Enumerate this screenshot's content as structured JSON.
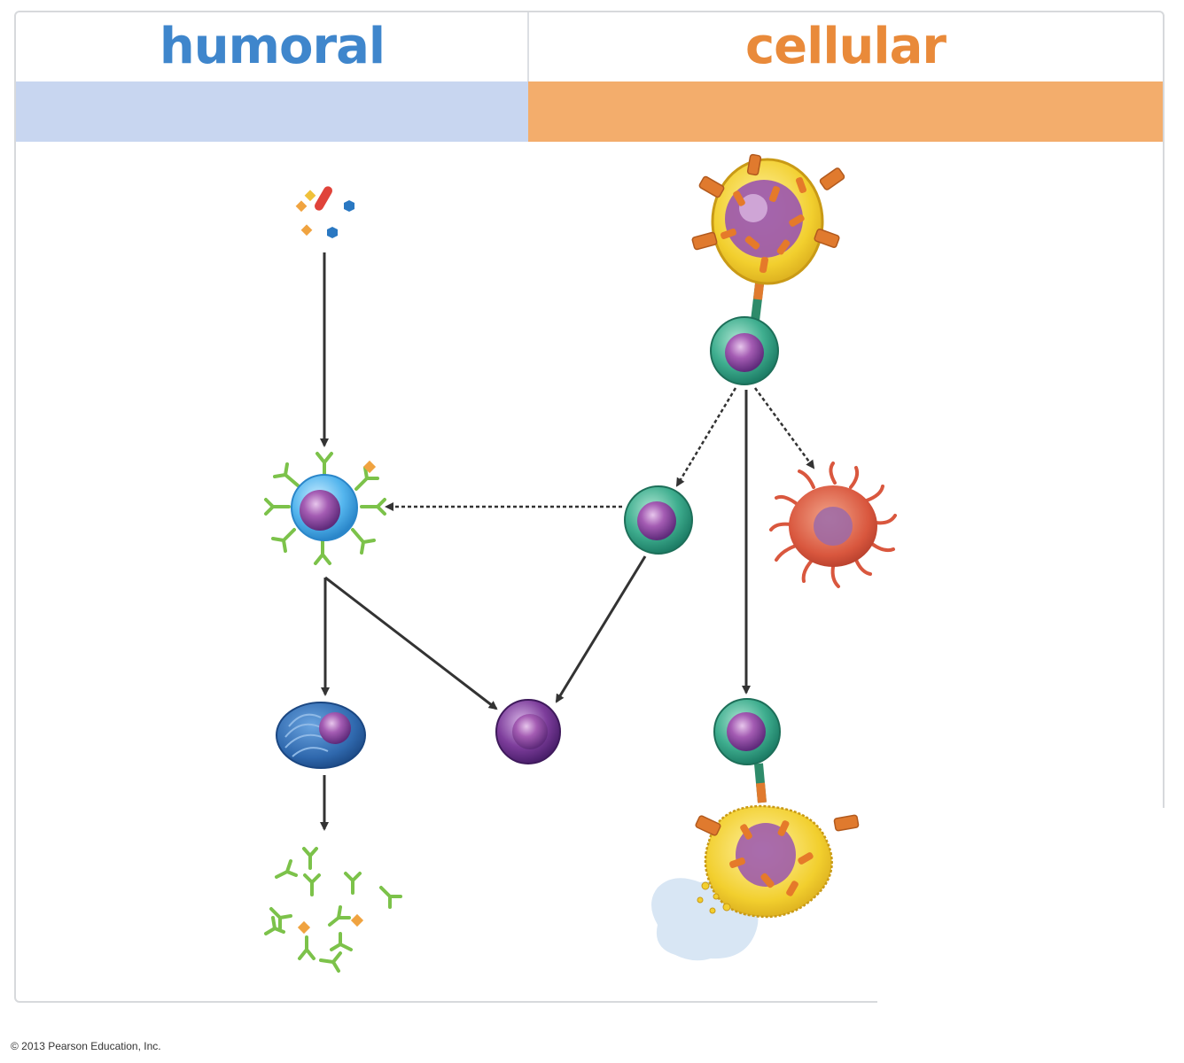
{
  "header": {
    "humoral_label": "humoral",
    "cellular_label": "cellular"
  },
  "colors": {
    "humoral_text": "#3f86cc",
    "cellular_text": "#e98a3a",
    "humoral_band": "#c8d6f0",
    "cellular_band": "#f3ad6c",
    "arrow": "#333333",
    "t_cell_ring": "#3dab8c",
    "nucleus": "#8c4a9e",
    "infected_cell": "#f2d23a",
    "antibody": "#7cc24a",
    "plasma_cell": "#2f68ad",
    "macrophage": "#d9573e"
  },
  "footer": {
    "copyright": "© 2013 Pearson Education, Inc."
  }
}
